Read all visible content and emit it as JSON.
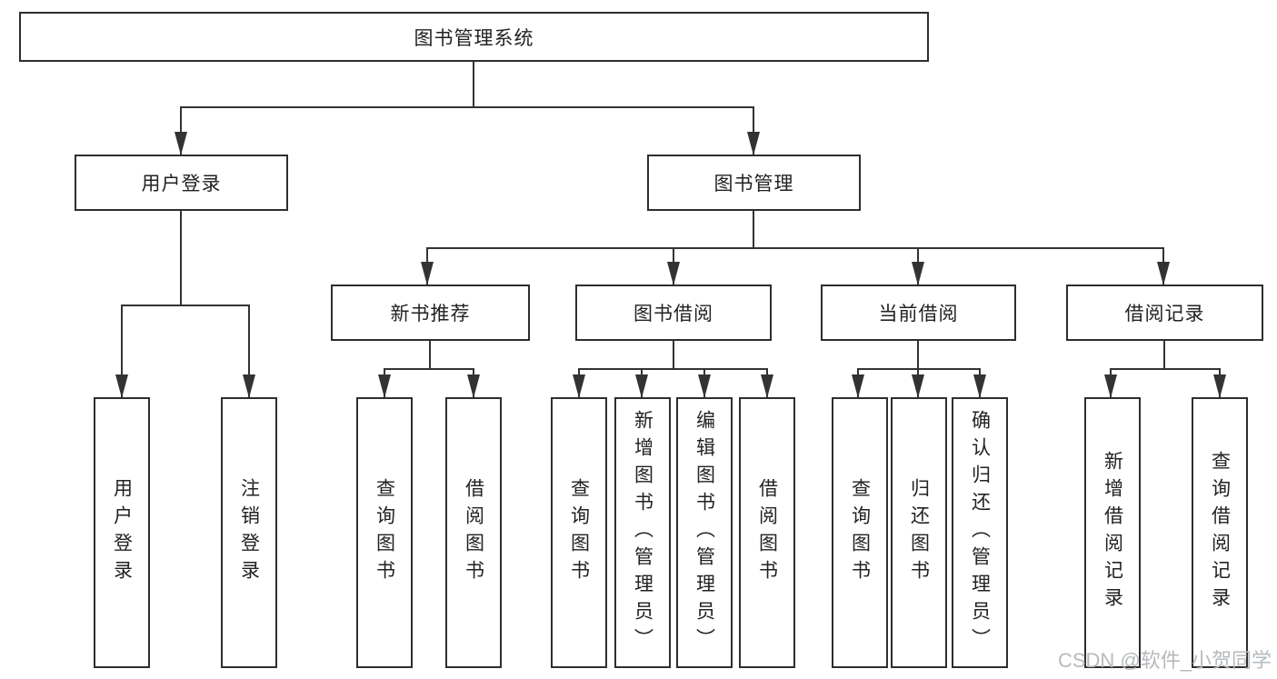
{
  "tree": {
    "label": "图书管理系统",
    "children": [
      {
        "label": "用户登录",
        "children": [
          {
            "label": "用户登录"
          },
          {
            "label": "注销登录"
          }
        ]
      },
      {
        "label": "图书管理",
        "children": [
          {
            "label": "新书推荐",
            "children": [
              {
                "label": "查询图书"
              },
              {
                "label": "借阅图书"
              }
            ]
          },
          {
            "label": "图书借阅",
            "children": [
              {
                "label": "查询图书"
              },
              {
                "label": "新增图书（管理员）"
              },
              {
                "label": "编辑图书（管理员）"
              },
              {
                "label": "借阅图书"
              }
            ]
          },
          {
            "label": "当前借阅",
            "children": [
              {
                "label": "查询图书"
              },
              {
                "label": "归还图书"
              },
              {
                "label": "确认归还（管理员）"
              }
            ]
          },
          {
            "label": "借阅记录",
            "children": [
              {
                "label": "新增借阅记录"
              },
              {
                "label": "查询借阅记录"
              }
            ]
          }
        ]
      }
    ]
  },
  "watermark": {
    "text": "CSDN @软件_小贺同学"
  },
  "colors": {
    "line": "#333333",
    "box_border": "#2e2e2e",
    "text": "#222222",
    "background": "#ffffff",
    "watermark": "#b6babd"
  }
}
